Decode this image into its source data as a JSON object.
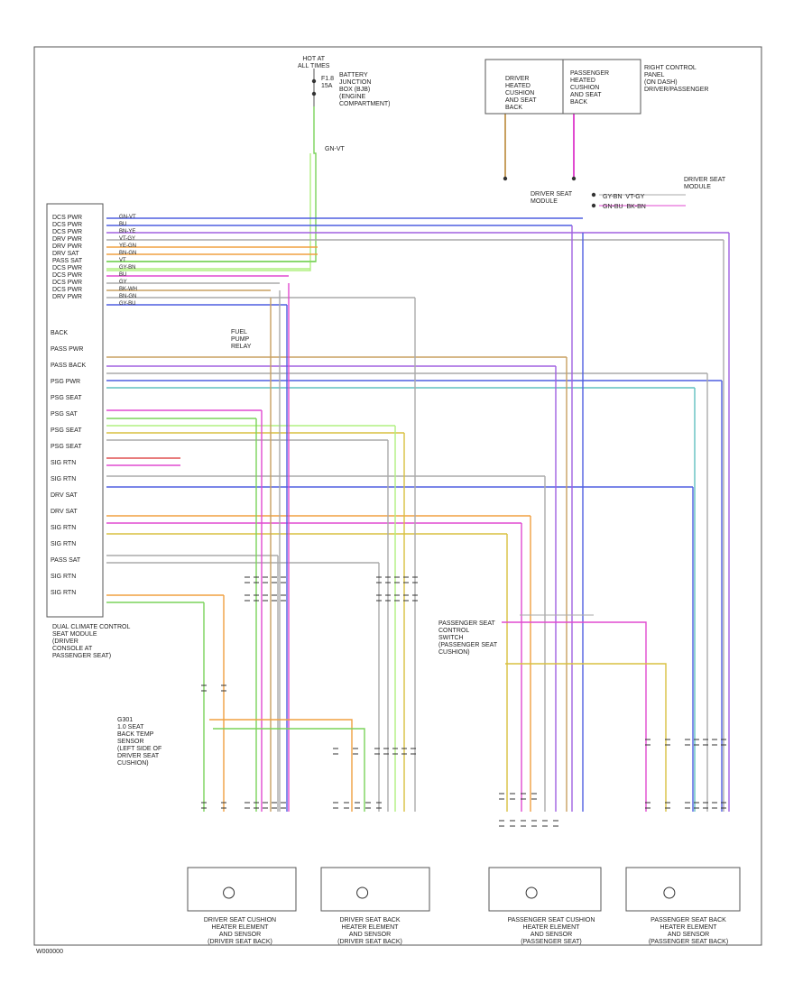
{
  "battery": {
    "lines": [
      "HOT AT",
      "ALL TIMES"
    ],
    "fuse_label": "F1.8\n15A",
    "fuse_desc": "BATTERY\nJUNCTION\nBOX (BJB)\n(ENGINE\nCOMPARTMENT)",
    "wire": "GN-VT"
  },
  "top_right_box": {
    "left": "DRIVER\nHEATED\nCUSHION\nAND SEAT\nBACK",
    "right": "PASSENGER\nHEATED\nCUSHION\nAND SEAT\nBACK",
    "side": "RIGHT CONTROL\nPANEL\n(ON DASH)\nDRIVER/PASSENGER"
  },
  "splice_legend": {
    "title": "DRIVER SEAT\nMODULE",
    "rows": [
      "GY-BN  VT-GY",
      "GN-BU  BK-BN"
    ]
  },
  "module_pins": [
    "DCS PWR",
    "DCS PWR",
    "DCS PWR",
    "DRV PWR",
    "DRV PWR",
    "DRV SAT",
    "PASS SAT",
    "DCS PWR",
    "DCS PWR",
    "DCS PWR",
    "DCS PWR",
    "DRV PWR"
  ],
  "module_mid": [
    "BACK",
    "PASS PWR",
    "PASS BACK",
    "PSG PWR",
    "PSG SEAT",
    "PSG SAT",
    "PSG SEAT",
    "PSG SEAT",
    "SIG RTN",
    "SIG RTN",
    "DRV SAT",
    "DRV SAT",
    "SIG RTN",
    "SIG RTN",
    "PASS SAT",
    "SIG RTN",
    "SIG RTN"
  ],
  "wire_labels": [
    "GN-VT",
    "BU",
    "BN-YE",
    "VT-GY",
    "YE-GN",
    "BN-GN",
    "VT",
    "GY-BN",
    "BU",
    "GY",
    "BK-WH",
    "BN-GN",
    "GY-BU"
  ],
  "module_caption": "DUAL CLIMATE CONTROL\nSEAT MODULE\n(DRIVER\nCONSOLE AT\nPASSENGER SEAT)",
  "fuel_note": "FUEL\nPUMP\nRELAY",
  "connector_note": "DRIVER SEAT\nMODULE",
  "left_note": "G301\n1.0 SEAT\nBACK TEMP\nSENSOR\n(LEFT SIDE OF\nDRIVER SEAT\nCUSHION)",
  "right_note": "PASSENGER SEAT\nCONTROL\nSWITCH\n(PASSENGER SEAT\nCUSHION)",
  "seats": [
    {
      "caption": "DRIVER SEAT CUSHION\nHEATER ELEMENT\nAND SENSOR\n(DRIVER SEAT BACK)"
    },
    {
      "caption": "DRIVER SEAT BACK\nHEATER ELEMENT\nAND SENSOR\n(DRIVER SEAT BACK)"
    },
    {
      "caption": "PASSENGER SEAT CUSHION\nHEATER ELEMENT\nAND SENSOR\n(PASSENGER SEAT)"
    },
    {
      "caption": "PASSENGER SEAT BACK\nHEATER ELEMENT\nAND SENSOR\n(PASSENGER SEAT BACK)"
    }
  ],
  "footer_code": "W000000",
  "colors": {
    "green": "#7ad35a",
    "blue": "#4f5fe0",
    "magenta": "#e04ad0",
    "orange": "#f0a040",
    "yellow": "#d8c040",
    "gray": "#aaaaaa",
    "red": "#e05050",
    "purple": "#a060e0",
    "lightgreen": "#b0f080",
    "cyan": "#60c0c0",
    "tan": "#c8a060"
  }
}
